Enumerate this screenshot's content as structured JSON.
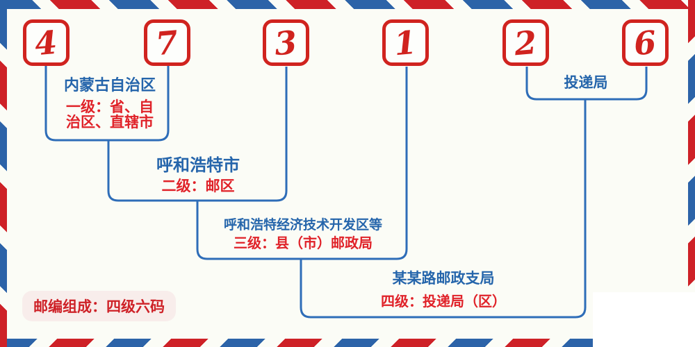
{
  "postal_code": {
    "digits": [
      "4",
      "7",
      "3",
      "1",
      "2",
      "6"
    ]
  },
  "levels": [
    {
      "place": "内蒙古自治区",
      "desc_lines": [
        "一级：省、自",
        "治区、直辖市"
      ]
    },
    {
      "place": "呼和浩特市",
      "desc": "二级：邮区"
    },
    {
      "place": "呼和浩特经济技术开发区等",
      "desc": "三级：县（市）邮政局"
    },
    {
      "place": "某某路邮政支局",
      "desc": "四级：投递局（区）"
    }
  ],
  "delivery_label": "投递局",
  "badge": "邮编组成：四级六码",
  "colors": {
    "stripe_red": "#ce2127",
    "stripe_blue": "#2c63a8",
    "line_blue": "#2e6db8",
    "text_blue": "#2565ab",
    "text_red": "#e02229",
    "digit_red": "#d0231f",
    "badge_bg": "#f8edeb",
    "background": "#fbfcf6"
  }
}
